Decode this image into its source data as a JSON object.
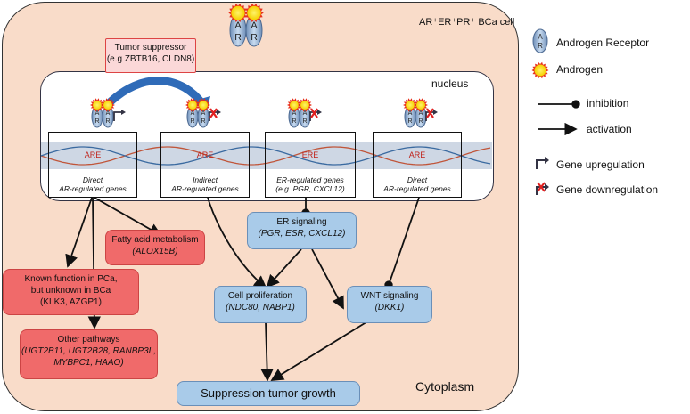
{
  "cell": {
    "title_prefix": "AR",
    "title": "AR⁺ER⁺PR⁺ BCa cell",
    "cytoplasm": "Cytoplasm"
  },
  "nucleus": {
    "label": "nucleus"
  },
  "receptor": {
    "letters": [
      "A",
      "R"
    ]
  },
  "are_boxes": [
    {
      "tag": "ARE",
      "line1": "Direct",
      "line2": "AR-regulated genes"
    },
    {
      "tag": "ARE",
      "line1": "Indirect",
      "line2": "AR-regulated genes"
    },
    {
      "tag": "ERE",
      "line1": "ER-regulated genes",
      "line2": "(e.g. PGR, CXCL12)"
    },
    {
      "tag": "ARE",
      "line1": "Direct",
      "line2": "AR-regulated genes"
    }
  ],
  "tumor_suppressor": {
    "title": "Tumor suppressor",
    "genes": "(e.g ZBTB16, CLDN8)"
  },
  "boxes": {
    "fatty_acid": {
      "title": "Fatty acid metabolism",
      "genes": "(ALOX15B)"
    },
    "known_function": {
      "line1": "Known function in PCa,",
      "line2": "but unknown in BCa",
      "genes": "(KLK3, AZGP1)"
    },
    "other_pathways": {
      "title": "Other pathways",
      "genes1": "(UGT2B11, UGT2B28, RANBP3L,",
      "genes2": "MYBPC1, HAAO)"
    },
    "er_signaling": {
      "title": "ER signaling",
      "genes": "(PGR, ESR, CXCL12)"
    },
    "cell_prolif": {
      "title": "Cell proliferation",
      "genes": "(NDC80, NABP1)"
    },
    "wnt": {
      "title": "WNT signaling",
      "genes": "(DKK1)"
    },
    "suppression": {
      "title": "Suppression tumor growth"
    }
  },
  "legend": {
    "androgen_receptor": "Androgen Receptor",
    "androgen": "Androgen",
    "inhibition": "inhibition",
    "activation": "activation",
    "upregulation": "Gene upregulation",
    "downregulation": "Gene downregulation"
  },
  "colors": {
    "cell_bg": "#f9dcc9",
    "red_box": "#f06a6a",
    "blue_box": "#a9cbe9",
    "androgen": "#ffe600",
    "androgen_rim": "#e8311c",
    "receptor": "#8fb0d8"
  }
}
